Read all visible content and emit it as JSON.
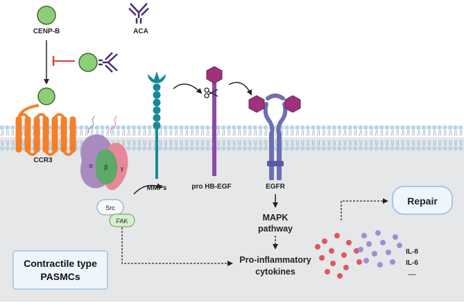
{
  "labels": {
    "cenp_b": "CENP-B",
    "aca": "ACA",
    "ccr3": "CCR3",
    "alpha": "α",
    "beta": "β",
    "gamma": "γ",
    "src": "Src",
    "fak": "FAK",
    "mmps": "MMPs",
    "pro_hb_egf": "pro HB-EGF",
    "egfr": "EGFR",
    "mapk_line1": "MAPK",
    "mapk_line2": "pathway",
    "cytokines_line1": "Pro-inflammatory",
    "cytokines_line2": "cytokines",
    "repair": "Repair",
    "il8": "IL-8",
    "il6": "IL-6",
    "ellipsis": "....",
    "cell_type_line1": "Contractile type",
    "cell_type_line2": "PASMCs"
  },
  "colors": {
    "cytoplasm": "#e6e7e9",
    "membrane_head": "#b9d5e6",
    "membrane_tail": "#9ab5c6",
    "cenp_b_fill": "#8fce78",
    "cenp_b_stroke": "#3c6b2a",
    "antibody": "#4b2a75",
    "inhibit": "#e53935",
    "ccr3": "#f57f2a",
    "g_alpha": "#a98bc0",
    "g_beta": "#5ea86a",
    "g_gamma": "#e9879a",
    "src_fill": "#f7f7f7",
    "fak_fill": "#d8efcf",
    "mmp": "#17899a",
    "hb_egf_stalk": "#8c4aa6",
    "hb_egf_head": "#a3307c",
    "egfr": "#6c6fb3",
    "box_border": "#9fc3e3",
    "box_fill": "#eef5fc",
    "dot_red": "#e0575c",
    "dot_purple": "#9d8fd6"
  },
  "icons": {
    "scissors": "scissors-icon",
    "antibody": "antibody-y-icon"
  }
}
